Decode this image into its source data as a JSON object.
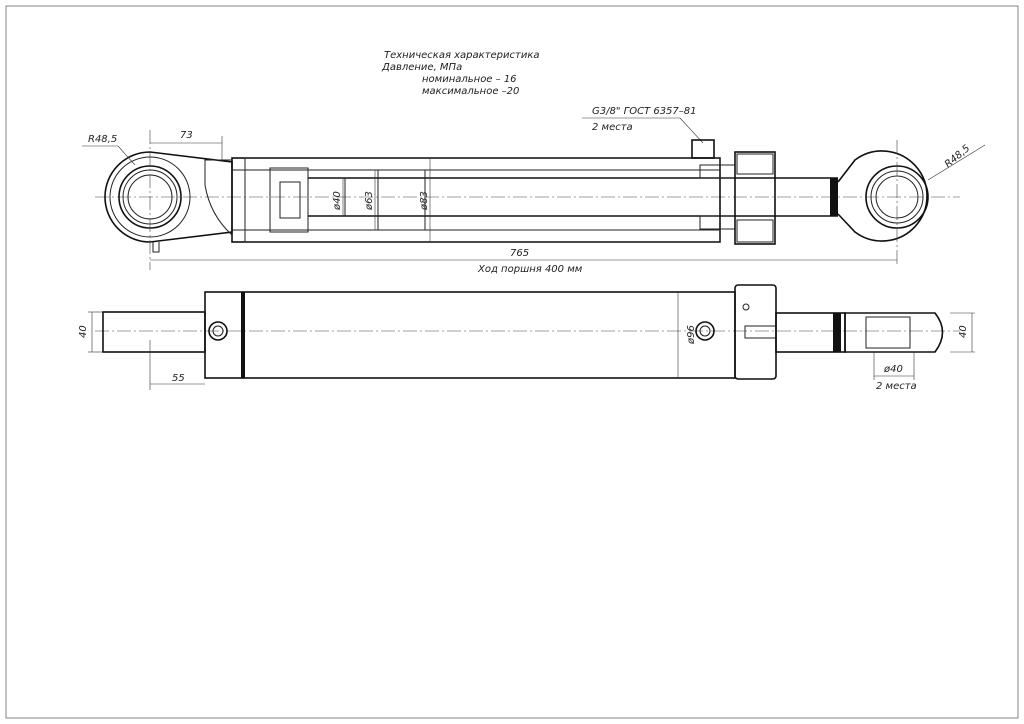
{
  "spec": {
    "title": "Техническая характеристика",
    "pressure": "Давление, МПа",
    "nominal": "номинальное – 16",
    "maximum": "максимальное –20"
  },
  "port": {
    "thread": "G3/8\" ГОСТ 6357–81",
    "count": "2 места"
  },
  "dims": {
    "r_left": "R48,5",
    "r_right": "R48,5",
    "d73": "73",
    "rod": "ø40",
    "bore": "ø63",
    "tube": "ø83",
    "length": "765",
    "stroke": "Ход поршня 400 мм",
    "h_left": "40",
    "d55": "55",
    "d96": "ø96",
    "h_right": "40",
    "pin": "ø40",
    "pin_count": "2 места"
  }
}
